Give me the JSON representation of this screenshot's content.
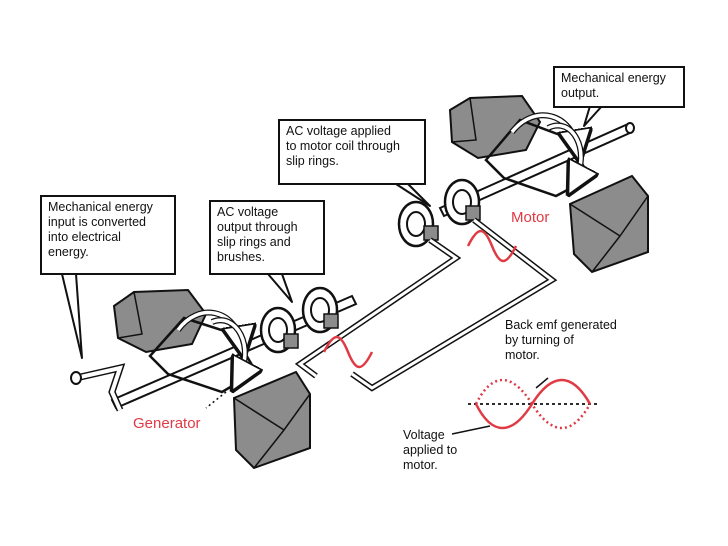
{
  "callouts": {
    "mech_output": "Mechanical energy\noutput.",
    "ac_applied": "AC voltage applied\nto motor coil through\nslip rings.",
    "mech_input": "Mechanical energy\ninput is converted\ninto electrical\nenergy.",
    "ac_output": "AC voltage\noutput through\nslip rings and\nbrushes."
  },
  "labels": {
    "motor": "Motor",
    "generator": "Generator",
    "back_emf": "Back emf generated\nby turning of\nmotor.",
    "voltage_applied": "Voltage\napplied to\nmotor."
  },
  "colors": {
    "accent_red": "#e03a44",
    "magnet_gray": "#8c8c8c",
    "line": "#111111"
  }
}
